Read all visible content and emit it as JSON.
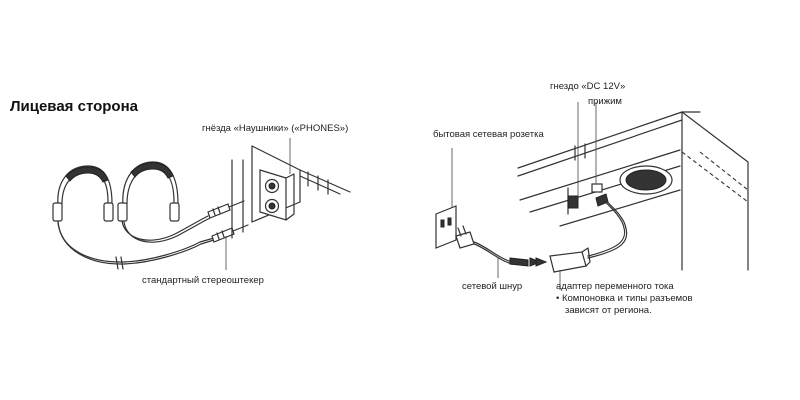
{
  "front_panel": {
    "title": "Лицевая сторона",
    "phones_jack_label": "гнёзда «Наушники» («PHONES»)",
    "stereo_plug_label": "стандартный стереоштекер"
  },
  "rear_panel": {
    "dc_jack_label": "гнездо «DC 12V»",
    "clamp_label": "прижим",
    "outlet_label": "бытовая сетевая розетка",
    "power_cord_label": "сетевой шнур",
    "adapter_label": "адаптер переменного тока",
    "adapter_note_lines": [
      "• Компоновка и типы разъемов",
      "зависят от региона."
    ]
  },
  "icons": [
    "headphones-icon",
    "headphones-icon",
    "stereo-plug-icon",
    "wall-outlet-icon",
    "ac-adapter-icon",
    "power-plug-icon"
  ]
}
